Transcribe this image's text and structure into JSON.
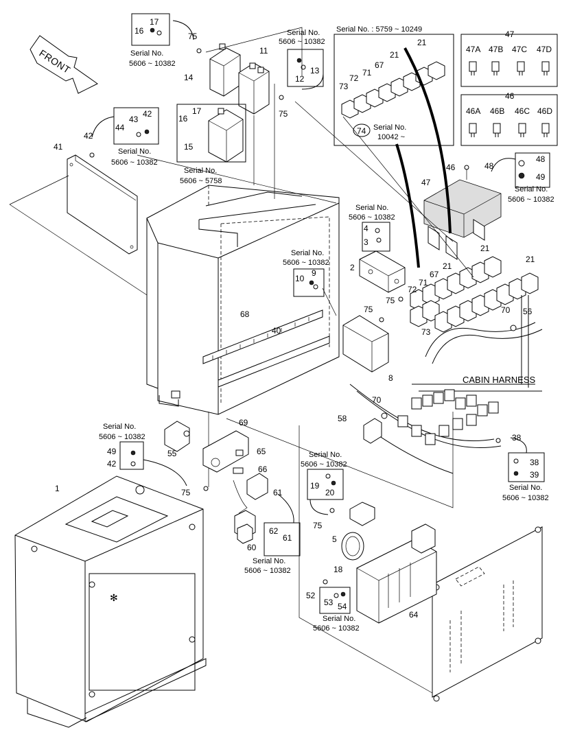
{
  "figure": {
    "front_label": "FRONT",
    "cabin_harness_label": "CABIN HARNESS",
    "callouts": [
      {
        "id": "c17a",
        "text": "17"
      },
      {
        "id": "c16a",
        "text": "16"
      },
      {
        "id": "sn1",
        "text": "Serial No."
      },
      {
        "id": "sn1r",
        "text": "5606 ~ 10382"
      },
      {
        "id": "c75a",
        "text": "75"
      },
      {
        "id": "c14",
        "text": "14"
      },
      {
        "id": "c11",
        "text": "11"
      },
      {
        "id": "sn2",
        "text": "Serial No."
      },
      {
        "id": "sn2r",
        "text": "5606 ~ 10382"
      },
      {
        "id": "c13",
        "text": "13"
      },
      {
        "id": "c12",
        "text": "12"
      },
      {
        "id": "c75b",
        "text": "75"
      },
      {
        "id": "sn3",
        "text": "Serial No. : 5759 ~ 10249"
      },
      {
        "id": "c21a",
        "text": "21"
      },
      {
        "id": "c21b",
        "text": "21"
      },
      {
        "id": "c67a",
        "text": "67"
      },
      {
        "id": "c71a",
        "text": "71"
      },
      {
        "id": "c72a",
        "text": "72"
      },
      {
        "id": "c73a",
        "text": "73"
      },
      {
        "id": "c74",
        "text": "74"
      },
      {
        "id": "sn3b",
        "text": "Serial No."
      },
      {
        "id": "sn3br",
        "text": "10042 ~"
      },
      {
        "id": "c47",
        "text": "47"
      },
      {
        "id": "c47A",
        "text": "47A"
      },
      {
        "id": "c47B",
        "text": "47B"
      },
      {
        "id": "c47C",
        "text": "47C"
      },
      {
        "id": "c47D",
        "text": "47D"
      },
      {
        "id": "c46",
        "text": "46"
      },
      {
        "id": "c46A",
        "text": "46A"
      },
      {
        "id": "c46B",
        "text": "46B"
      },
      {
        "id": "c46C",
        "text": "46C"
      },
      {
        "id": "c46D",
        "text": "46D"
      },
      {
        "id": "c43",
        "text": "43"
      },
      {
        "id": "c42a",
        "text": "42"
      },
      {
        "id": "c44",
        "text": "44"
      },
      {
        "id": "sn4",
        "text": "Serial No."
      },
      {
        "id": "sn4r",
        "text": "5606 ~ 10382"
      },
      {
        "id": "c42b",
        "text": "42"
      },
      {
        "id": "c41",
        "text": "41"
      },
      {
        "id": "c17b",
        "text": "17"
      },
      {
        "id": "c16b",
        "text": "16"
      },
      {
        "id": "c15",
        "text": "15"
      },
      {
        "id": "sn5",
        "text": "Serial No."
      },
      {
        "id": "sn5r",
        "text": "5606 ~ 5758"
      },
      {
        "id": "c46x",
        "text": "46"
      },
      {
        "id": "c48a",
        "text": "48"
      },
      {
        "id": "c48b",
        "text": "48"
      },
      {
        "id": "c49a",
        "text": "49"
      },
      {
        "id": "sn6",
        "text": "Serial No."
      },
      {
        "id": "sn6r",
        "text": "5606 ~ 10382"
      },
      {
        "id": "c47x",
        "text": "47"
      },
      {
        "id": "sn7",
        "text": "Serial No."
      },
      {
        "id": "sn7r",
        "text": "5606 ~ 10382"
      },
      {
        "id": "c4",
        "text": "4"
      },
      {
        "id": "c3",
        "text": "3"
      },
      {
        "id": "sn8",
        "text": "Serial No."
      },
      {
        "id": "sn8r",
        "text": "5606 ~ 10382"
      },
      {
        "id": "c10",
        "text": "10"
      },
      {
        "id": "c9",
        "text": "9"
      },
      {
        "id": "c2",
        "text": "2"
      },
      {
        "id": "c75c",
        "text": "75"
      },
      {
        "id": "c21c",
        "text": "21"
      },
      {
        "id": "c21d",
        "text": "21"
      },
      {
        "id": "c21e",
        "text": "21"
      },
      {
        "id": "c71b",
        "text": "71"
      },
      {
        "id": "c67b",
        "text": "67"
      },
      {
        "id": "c72b",
        "text": "72"
      },
      {
        "id": "c73b",
        "text": "73"
      },
      {
        "id": "c75d",
        "text": "75"
      },
      {
        "id": "c70a",
        "text": "70"
      },
      {
        "id": "c56",
        "text": "56"
      },
      {
        "id": "c68",
        "text": "68"
      },
      {
        "id": "c40",
        "text": "40"
      },
      {
        "id": "c8",
        "text": "8"
      },
      {
        "id": "c70b",
        "text": "70"
      },
      {
        "id": "c58",
        "text": "58"
      },
      {
        "id": "sn9",
        "text": "Serial No."
      },
      {
        "id": "sn9r",
        "text": "5606 ~ 10382"
      },
      {
        "id": "c69",
        "text": "69"
      },
      {
        "id": "c49b",
        "text": "49"
      },
      {
        "id": "c42c",
        "text": "42"
      },
      {
        "id": "c55",
        "text": "55"
      },
      {
        "id": "c65",
        "text": "65"
      },
      {
        "id": "c66",
        "text": "66"
      },
      {
        "id": "c38a",
        "text": "38"
      },
      {
        "id": "c38b",
        "text": "38"
      },
      {
        "id": "c39",
        "text": "39"
      },
      {
        "id": "sn10",
        "text": "Serial No."
      },
      {
        "id": "sn10r",
        "text": "5606 ~ 10382"
      },
      {
        "id": "sn11",
        "text": "Serial No."
      },
      {
        "id": "sn11r",
        "text": "5606 ~ 10382"
      },
      {
        "id": "c19",
        "text": "19"
      },
      {
        "id": "c20",
        "text": "20"
      },
      {
        "id": "c1",
        "text": "1"
      },
      {
        "id": "c75e",
        "text": "75"
      },
      {
        "id": "c61a",
        "text": "61"
      },
      {
        "id": "c75f",
        "text": "75"
      },
      {
        "id": "c5",
        "text": "5"
      },
      {
        "id": "c62",
        "text": "62"
      },
      {
        "id": "c61b",
        "text": "61"
      },
      {
        "id": "c60",
        "text": "60"
      },
      {
        "id": "sn12",
        "text": "Serial No."
      },
      {
        "id": "sn12r",
        "text": "5606 ~ 10382"
      },
      {
        "id": "c18",
        "text": "18"
      },
      {
        "id": "c52",
        "text": "52"
      },
      {
        "id": "c53",
        "text": "53"
      },
      {
        "id": "c54",
        "text": "54"
      },
      {
        "id": "c64",
        "text": "64"
      },
      {
        "id": "sn13",
        "text": "Serial No."
      },
      {
        "id": "sn13r",
        "text": "5606 ~ 10382"
      }
    ]
  }
}
